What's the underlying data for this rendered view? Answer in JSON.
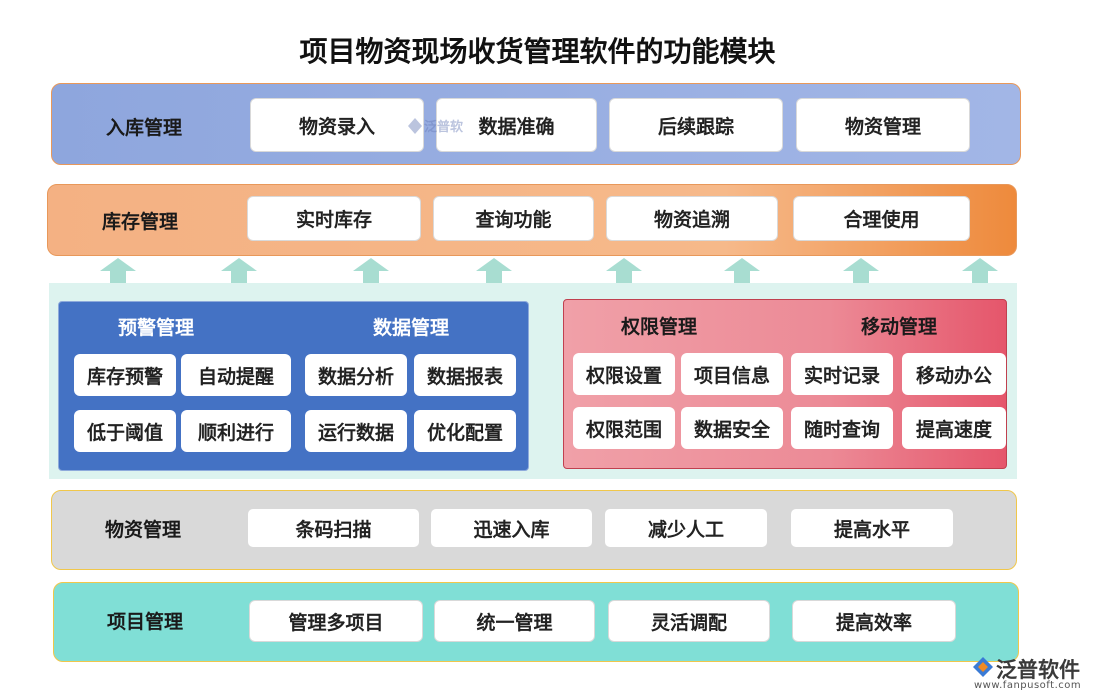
{
  "title": "项目物资现场收货管理软件的功能模块",
  "rows": {
    "inbound": {
      "label": "入库管理",
      "items": [
        "物资录入",
        "数据准确",
        "后续跟踪",
        "物资管理"
      ]
    },
    "inventory": {
      "label": "库存管理",
      "items": [
        "实时库存",
        "查询功能",
        "物资追溯",
        "合理使用"
      ]
    },
    "materials": {
      "label": "物资管理",
      "items": [
        "条码扫描",
        "迅速入库",
        "减少人工",
        "提高水平"
      ]
    },
    "project": {
      "label": "项目管理",
      "items": [
        "管理多项目",
        "统一管理",
        "灵活调配",
        "提高效率"
      ]
    }
  },
  "blue_panel": {
    "alert": {
      "title": "预警管理",
      "items": [
        "库存预警",
        "自动提醒",
        "低于阈值",
        "顺利进行"
      ]
    },
    "data": {
      "title": "数据管理",
      "items": [
        "数据分析",
        "数据报表",
        "运行数据",
        "优化配置"
      ]
    }
  },
  "pink_panel": {
    "permission": {
      "title": "权限管理",
      "items": [
        "权限设置",
        "项目信息",
        "权限范围",
        "数据安全"
      ]
    },
    "mobile": {
      "title": "移动管理",
      "items": [
        "实时记录",
        "移动办公",
        "随时查询",
        "提高速度"
      ]
    }
  },
  "logo": {
    "name": "泛普软件",
    "url": "www.fanpusoft.com"
  },
  "watermark": {
    "text": "泛普软"
  },
  "colors": {
    "inbound_bg": "#8ea6dd",
    "inventory_bg": "#f4b183",
    "materials_bg": "#d9d9d9",
    "project_bg": "#80dfd6",
    "blue_panel": "#4472c4",
    "pink_panel": "#ec8a96",
    "arrow": "#a8ddd1"
  }
}
